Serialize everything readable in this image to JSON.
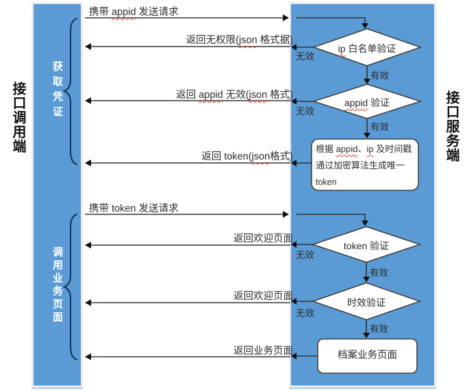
{
  "actors": {
    "left": "接口调用端",
    "right": "接口服务端"
  },
  "phases": [
    {
      "label": "获取凭证"
    },
    {
      "label": "调用业务页面"
    }
  ],
  "branch": {
    "valid": "有效",
    "invalid": "无效"
  },
  "messages": [
    {
      "direction": "request",
      "segments": [
        {
          "t": "携带 "
        },
        {
          "t": "appid",
          "sq": true
        },
        {
          "t": " 发送请求"
        }
      ]
    },
    {
      "direction": "response",
      "segments": [
        {
          "t": "返回无权限("
        },
        {
          "t": "json",
          "sq": true
        },
        {
          "t": " 格式据)"
        }
      ]
    },
    {
      "direction": "response",
      "segments": [
        {
          "t": "返回 "
        },
        {
          "t": "appid",
          "sq": true
        },
        {
          "t": " 无效("
        },
        {
          "t": "json",
          "sq": true
        },
        {
          "t": " 格式)"
        }
      ]
    },
    {
      "direction": "response",
      "segments": [
        {
          "t": "返回 token("
        },
        {
          "t": "json",
          "sq": true
        },
        {
          "t": "格式)"
        }
      ]
    },
    {
      "direction": "request",
      "segments": [
        {
          "t": "携带 token 发送请求"
        }
      ]
    },
    {
      "direction": "response",
      "segments": [
        {
          "t": "返回欢迎页面"
        }
      ]
    },
    {
      "direction": "response",
      "segments": [
        {
          "t": "返回欢迎页面"
        }
      ]
    },
    {
      "direction": "response",
      "segments": [
        {
          "t": "返回业务页面"
        }
      ]
    }
  ],
  "decisions": [
    {
      "segments": [
        {
          "t": "ip",
          "sq": true
        },
        {
          "t": " 白名单验证"
        }
      ]
    },
    {
      "segments": [
        {
          "t": "appid",
          "sq": true
        },
        {
          "t": " 验证"
        }
      ]
    },
    {
      "segments": [
        {
          "t": "token 验证"
        }
      ]
    },
    {
      "segments": [
        {
          "t": "时效验证"
        }
      ]
    }
  ],
  "boxes": {
    "token": {
      "lines": [
        [
          {
            "t": "根据 "
          },
          {
            "t": "appid",
            "sq": true
          },
          {
            "t": "、"
          },
          {
            "t": "ip",
            "sq": true
          },
          {
            "t": " 及时间戳"
          }
        ],
        [
          {
            "t": "通过加密算法生成唯一"
          }
        ],
        [
          {
            "t": "token"
          }
        ]
      ]
    },
    "page": {
      "segments": [
        {
          "t": "档案业务页面"
        }
      ]
    }
  },
  "colors": {
    "lane_blue": "#5b9bd5",
    "line": "#333333",
    "brace": "#17375d",
    "squiggle": "#e0452f",
    "shape_fill": "#ffffff"
  }
}
